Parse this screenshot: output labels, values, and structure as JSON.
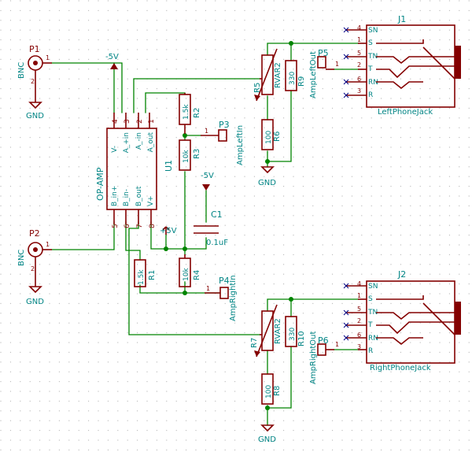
{
  "refs": {
    "p1": "P1",
    "p2": "P2",
    "p3": "P3",
    "p4": "P4",
    "p5": "P5",
    "p6": "P6",
    "u1": "U1",
    "c1": "C1",
    "r1": "R1",
    "r2": "R2",
    "r3": "R3",
    "r4": "R4",
    "r5": "R5",
    "r6": "R6",
    "r7": "R7",
    "r8": "R8",
    "r9": "R9",
    "r10": "R10",
    "j1": "J1",
    "j2": "J2"
  },
  "values": {
    "bnc": "BNC",
    "gnd": "GND",
    "opamp": "OP-AMP",
    "r1": "1.5k",
    "r2": "1.5k",
    "r3": "10k",
    "r4": "10k",
    "c1": "0.1uF",
    "rvar": "RVAR2",
    "r6": "100",
    "r8": "100",
    "r9": "330",
    "r10": "330",
    "amp_left_in": "AmpLeftIn",
    "amp_right_in": "AmpRightIn",
    "amp_left_out": "AmpLeftOut",
    "amp_right_out": "AmpRightOut",
    "left_jack": "LeftPhoneJack",
    "right_jack": "RightPhoneJack",
    "neg5": "-5V",
    "pos5": "+5V"
  },
  "opamp_pins": {
    "vm": "V-",
    "ain_p": "A_+in",
    "ain_m": "A_-in",
    "aout": "A_out",
    "bin_p": "B_in+",
    "bin_m": "B_in-",
    "bout": "B_out",
    "vp": "V+"
  },
  "pin_numbers": {
    "one": "1",
    "two": "2",
    "three": "3",
    "four": "4",
    "five": "5",
    "six": "6",
    "seven": "7",
    "eight": "8"
  },
  "jack_pins": {
    "sn": "SN",
    "s": "S",
    "tn": "TN",
    "t": "T",
    "rn": "RN",
    "r": "R"
  }
}
